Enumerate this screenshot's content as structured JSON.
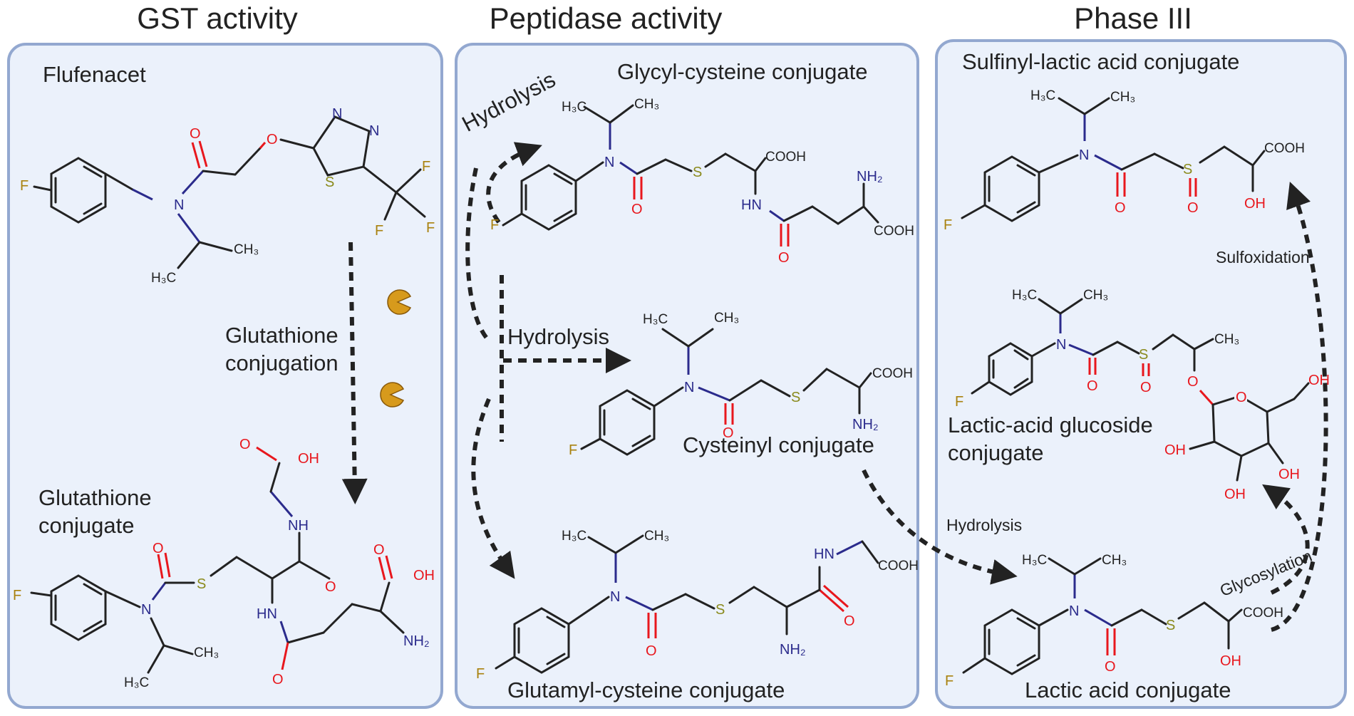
{
  "headers": {
    "gst": "GST activity",
    "peptidase": "Peptidase activity",
    "phase3": "Phase III"
  },
  "gst_panel": {
    "flufenacet": "Flufenacet",
    "glutathione_conjugation": "Glutathione\nconjugation",
    "glutathione_conjugate": "Glutathione\nconjugate"
  },
  "peptidase_panel": {
    "glycyl": "Glycyl-cysteine conjugate",
    "hydrolysis_top": "Hydrolysis",
    "hydrolysis_mid": "Hydrolysis",
    "cysteinyl": "Cysteinyl conjugate",
    "glutamyl": "Glutamyl-cysteine conjugate"
  },
  "phase3_panel": {
    "sulfinyl": "Sulfinyl-lactic acid conjugate",
    "sulfoxidation": "Sulfoxidation",
    "lactic_glucoside": "Lactic-acid glucoside\nconjugate",
    "hydrolysis": "Hydrolysis",
    "glycosylation": "Glycosylation",
    "lactic": "Lactic acid conjugate"
  },
  "atoms": {
    "F": "F",
    "N": "N",
    "O": "O",
    "S": "S",
    "OH": "OH",
    "COOH": "COOH",
    "NH": "NH",
    "HN": "HN",
    "NH2": "NH₂",
    "CH3": "CH₃",
    "H3C": "H₃C"
  },
  "colors": {
    "panel_bg": "#ebf1fb",
    "panel_border": "#93a8d0",
    "oxygen": "#e8171d",
    "nitrogen": "#2b2b8c",
    "sulfur": "#8a8a1c",
    "fluorine": "#a9810e",
    "enzyme": "#d79a1c"
  },
  "icons": [
    "pacman-enzyme-icon",
    "pacman-enzyme-icon"
  ]
}
